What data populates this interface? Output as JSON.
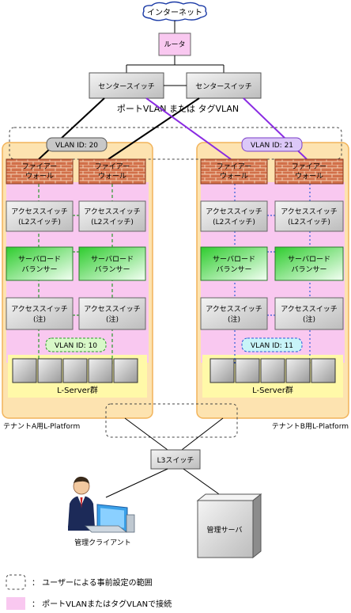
{
  "internet": "インターネット",
  "router": "ルータ",
  "core_switch": "センタースイッチ",
  "vlan_mode_note": "ポートVLAN または タグVLAN",
  "tenant_a": {
    "vlan_outer": "VLAN ID: 20",
    "vlan_inner": "VLAN ID: 10",
    "server_group": "L-Server群",
    "platform_label": "テナントA用L-Platform"
  },
  "tenant_b": {
    "vlan_outer": "VLAN ID: 21",
    "vlan_inner": "VLAN ID: 11",
    "server_group": "L-Server群",
    "platform_label": "テナントB用L-Platform"
  },
  "firewall": [
    "ファイアー",
    "ウォール"
  ],
  "access_switch_l2": [
    "アクセススイッチ",
    "(L2スイッチ)"
  ],
  "load_balancer": [
    "サーバロード",
    "バランサー"
  ],
  "access_switch_note": [
    "アクセススイッチ",
    "(注)"
  ],
  "l3_switch": "L3スイッチ",
  "admin_client": "管理クライアント",
  "admin_server": "管理サーバ",
  "legend": {
    "dashed_box": "：  ユーザーによる事前設定の範囲",
    "pink_area": "：  ポートVLANまたはタグVLANで接続"
  },
  "colors": {
    "tenant_bg": "#fde3b0",
    "tenant_border": "#f2b35a",
    "vlan_pink": "#f9c8f0",
    "server_group_yellow": "#fff9a8",
    "lb_green": "#22aa22",
    "vlan_a_tag": "#c8c8c8",
    "vlan_b_tag": "#dcc8f8",
    "inner_vlan_tag": "#d8f8c8",
    "inner_vlan_b_tag": "#c8f4f8",
    "purple_link": "#8a2be2"
  }
}
